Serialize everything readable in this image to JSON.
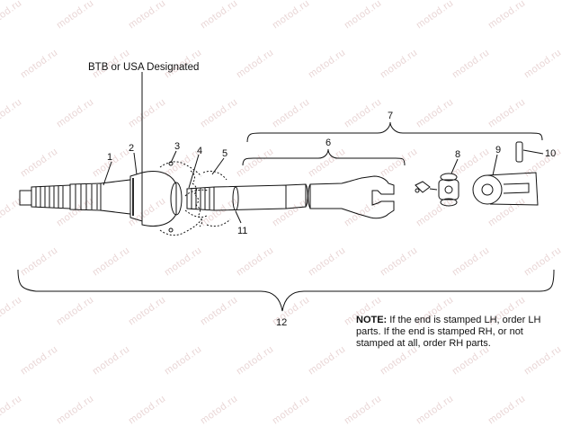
{
  "designation_label": "BTB or USA Designated",
  "callouts": [
    "1",
    "2",
    "3",
    "4",
    "5",
    "6",
    "7",
    "8",
    "9",
    "10",
    "11",
    "12"
  ],
  "note": {
    "label": "NOTE:",
    "text": "If the end is stamped LH, order LH parts.  If the end is stamped RH, or not stamped at all, order RH parts."
  },
  "watermark": "motod.ru"
}
